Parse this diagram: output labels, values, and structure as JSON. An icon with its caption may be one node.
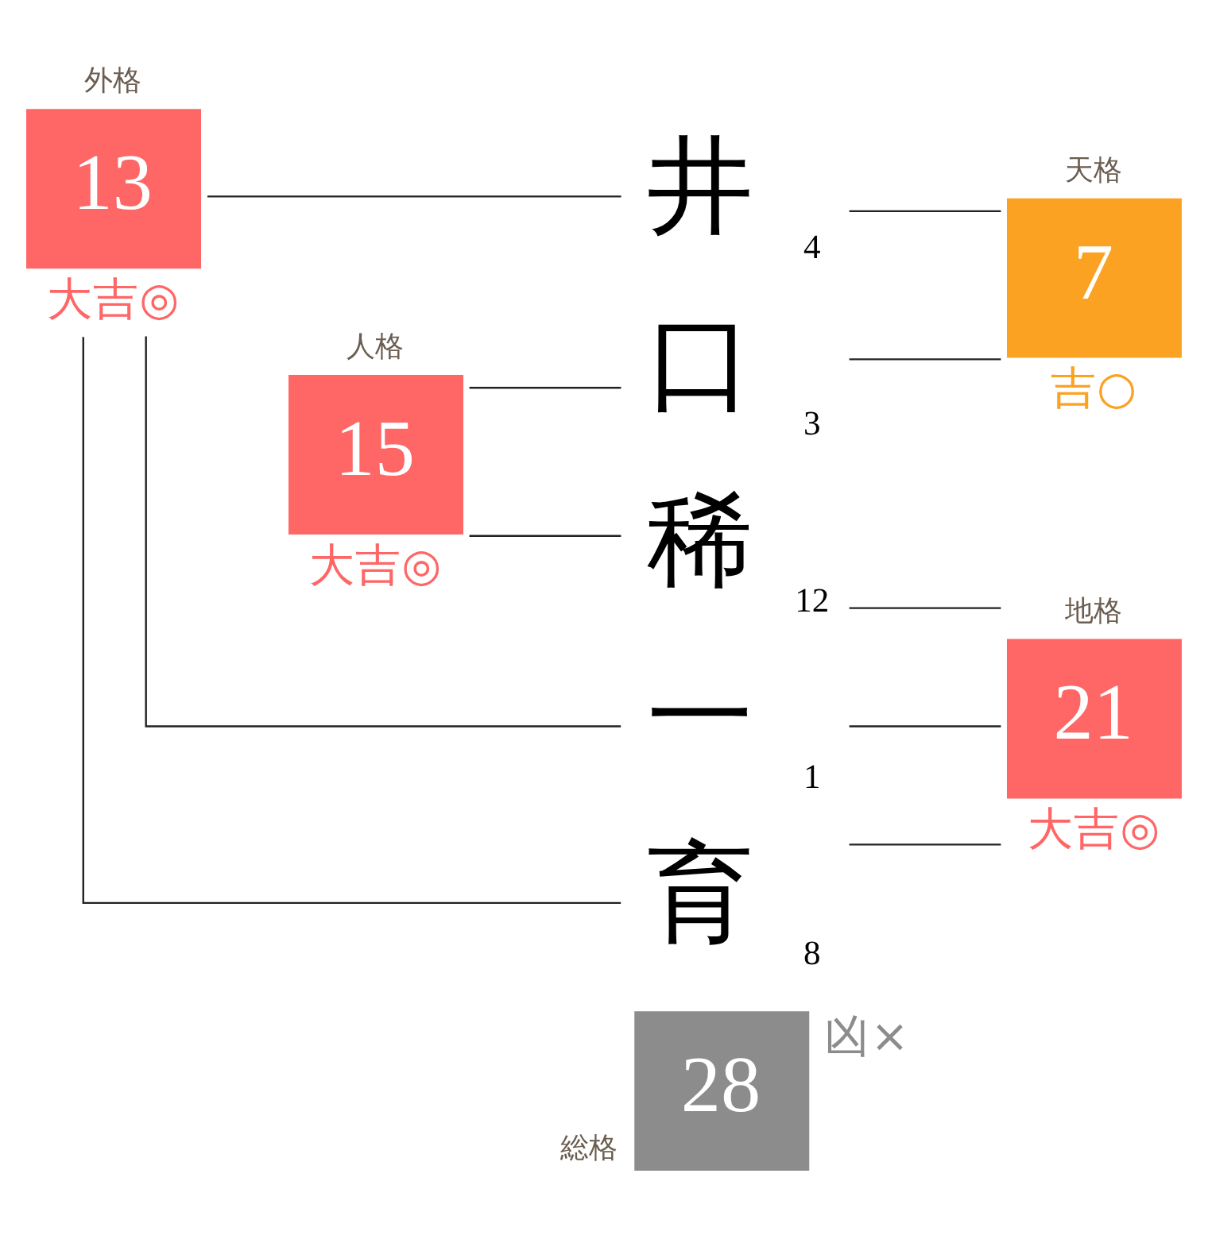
{
  "diagram": {
    "nodes": [
      {
        "text": [
          "外格",
          "13"
        ],
        "beside": [
          "大吉◎"
        ]
      },
      {
        "text": [
          "井"
        ],
        "beside": [
          "4"
        ]
      },
      {
        "text": [
          "天格",
          "7"
        ],
        "beside": [
          "吉○"
        ]
      },
      {
        "text": [
          "口"
        ],
        "beside": [
          "3"
        ]
      },
      {
        "text": [
          "人格",
          "15"
        ],
        "beside": [
          "大吉◎"
        ]
      },
      {
        "text": [
          "稀"
        ],
        "beside": [
          "12"
        ]
      },
      {
        "text": [
          "地格",
          "21"
        ],
        "beside": [
          "大吉◎"
        ]
      },
      {
        "text": [
          "一"
        ],
        "beside": [
          "1"
        ]
      },
      {
        "text": [
          "育"
        ],
        "beside": [
          "8"
        ]
      },
      {
        "text": [
          "総格",
          "28"
        ],
        "beside": [
          "凶×"
        ]
      }
    ],
    "edges": [
      {
        "from": 0,
        "to": 1,
        "arrow": "none"
      },
      {
        "from": 0,
        "to": 7,
        "arrow": "none"
      },
      {
        "from": 0,
        "to": 8,
        "arrow": "none"
      },
      {
        "from": 4,
        "to": 3,
        "arrow": "none"
      },
      {
        "from": 4,
        "to": 5,
        "arrow": "none"
      },
      {
        "from": 1,
        "to": 2,
        "arrow": "none"
      },
      {
        "from": 3,
        "to": 2,
        "arrow": "none"
      },
      {
        "from": 5,
        "to": 6,
        "arrow": "none"
      },
      {
        "from": 7,
        "to": 6,
        "arrow": "none"
      },
      {
        "from": 8,
        "to": 6,
        "arrow": "none"
      }
    ]
  }
}
